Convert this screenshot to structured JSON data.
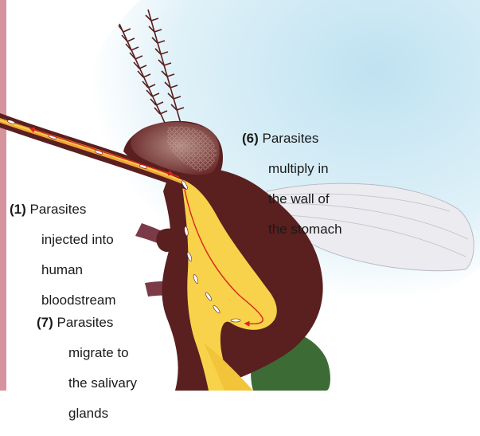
{
  "labels": {
    "step6": {
      "number": "(6)",
      "lines": [
        "Parasites",
        "multiply in",
        "the wall of",
        "the stomach"
      ]
    },
    "step1": {
      "number": "(1)",
      "lines": [
        "Parasites",
        "injected into",
        "human",
        "bloodstream"
      ]
    },
    "step7": {
      "number": "(7)",
      "lines": [
        "Parasites",
        "migrate to",
        "the salivary",
        "glands"
      ]
    }
  },
  "colors": {
    "sky": "#d4ecf5",
    "margin_bar": "#d6949c",
    "mosquito_body": "#5a1f1f",
    "gland_yellow": "#f7d24a",
    "duct_orange": "#f2a23a",
    "arrow_red": "#d8251b",
    "wing": "#ececf0",
    "leg": "#7a3a48",
    "leaf_green": "#3d6b36"
  }
}
